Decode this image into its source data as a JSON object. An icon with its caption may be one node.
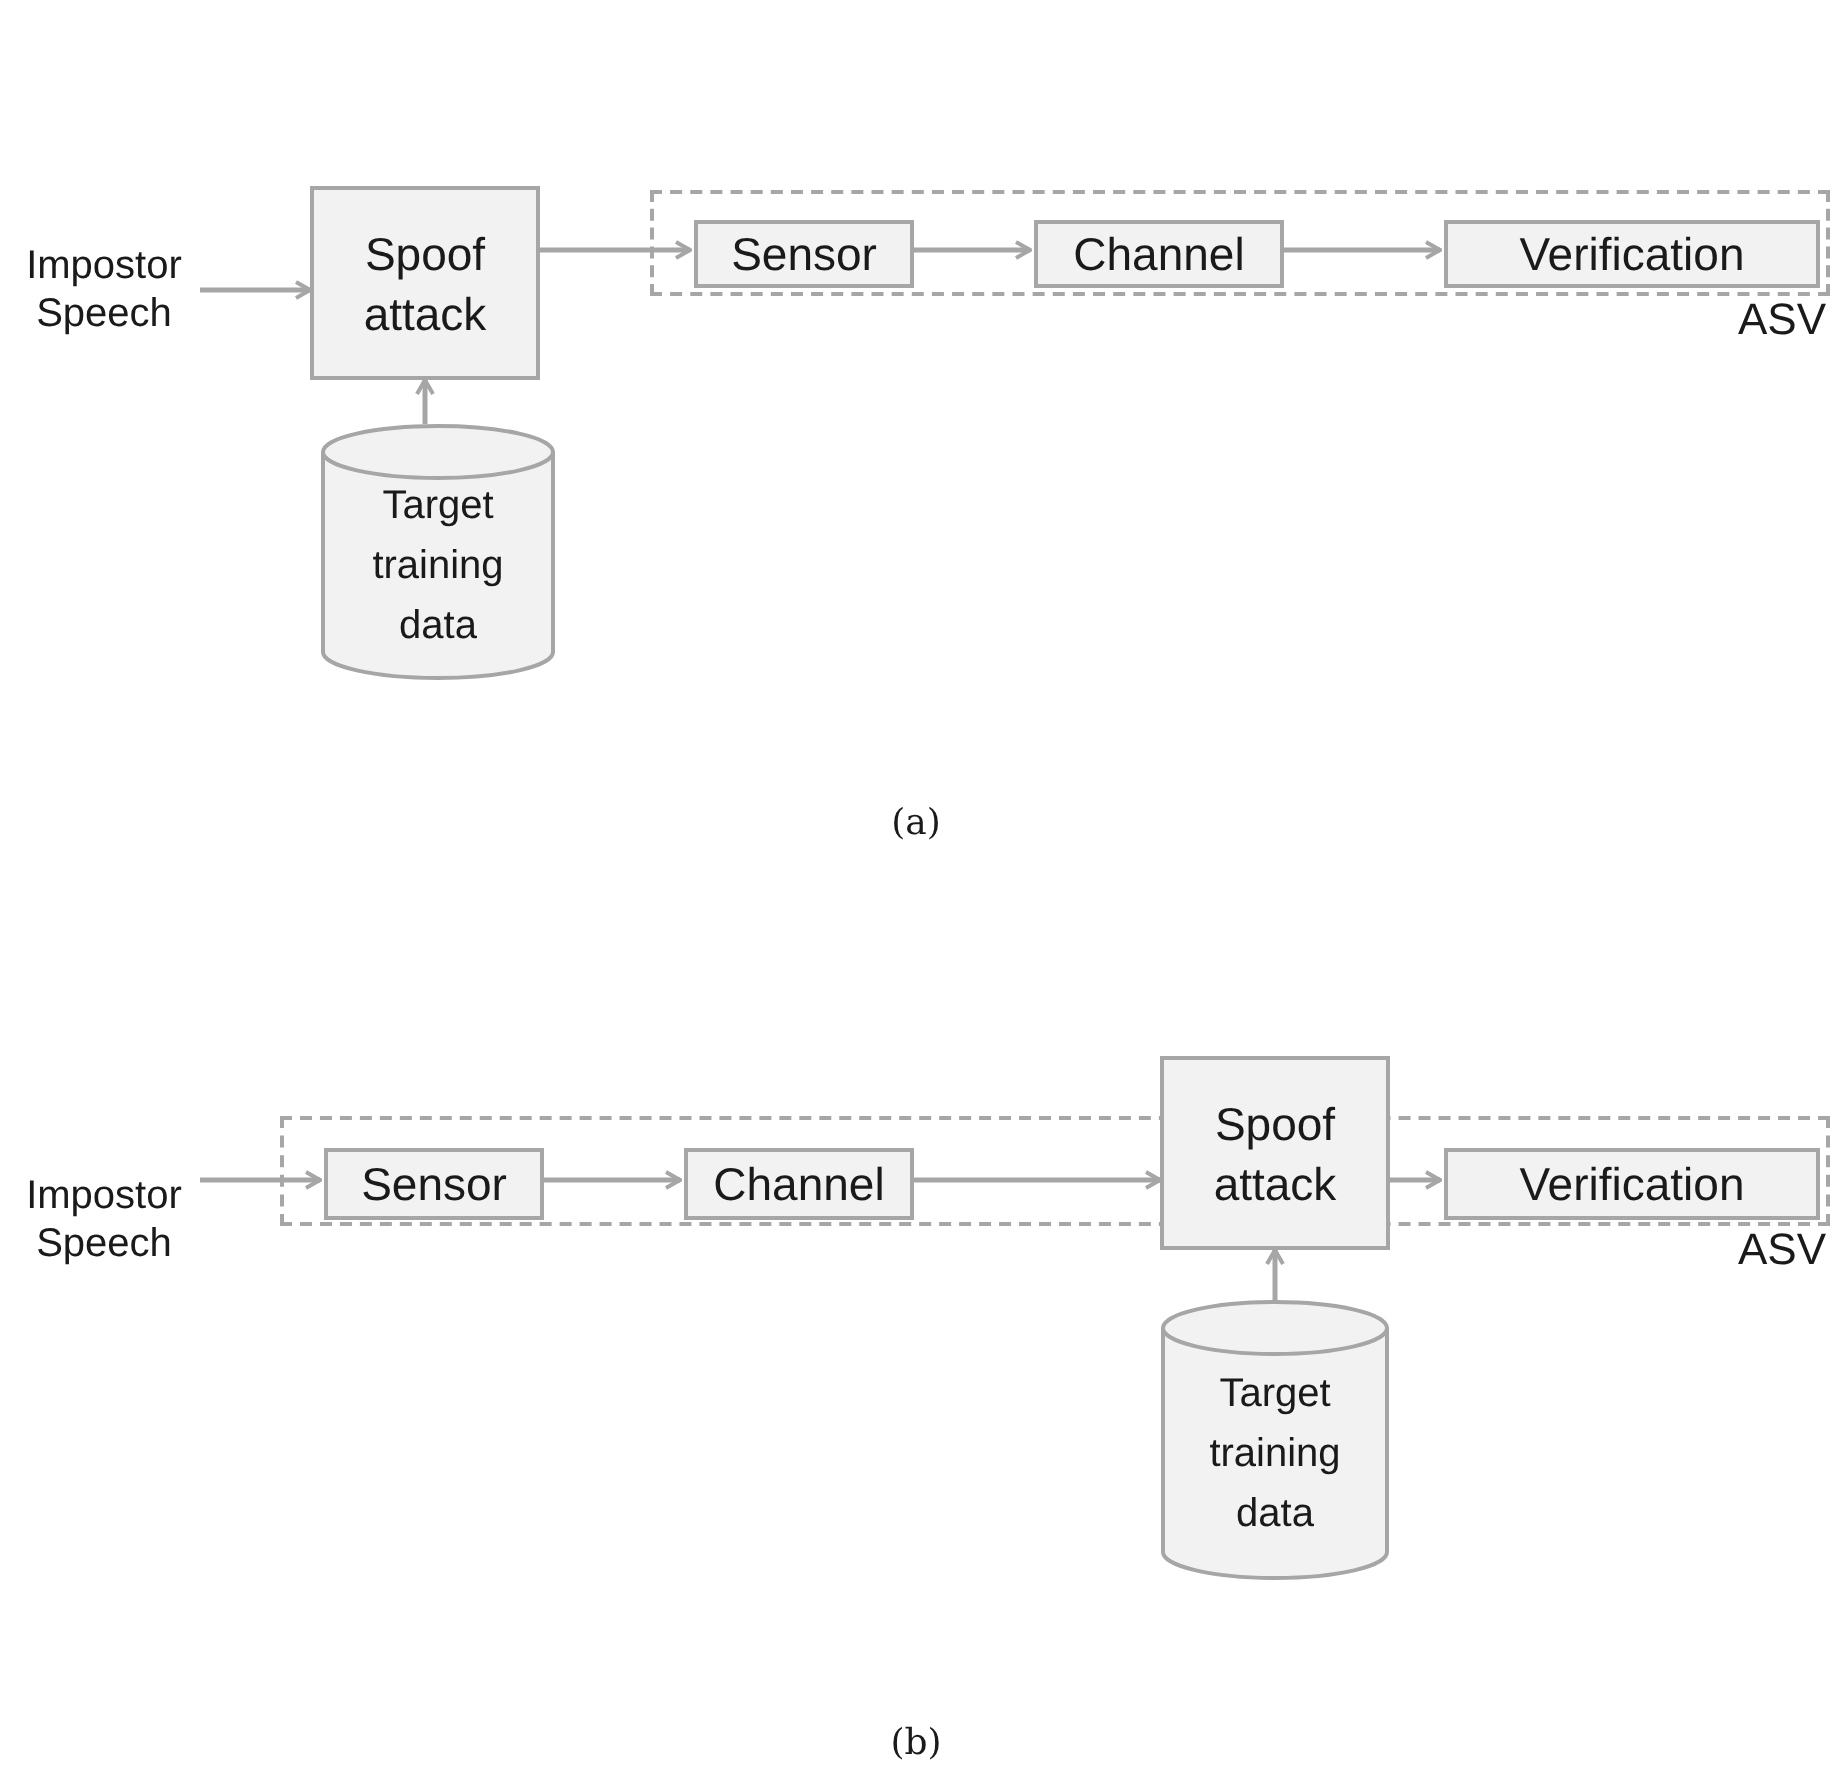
{
  "diagram": {
    "nodes": [
      {
        "text": [
          "Impostor Speech"
        ]
      },
      {
        "text": [
          "Spoof attack"
        ]
      },
      {
        "text": [
          "ASV"
        ]
      },
      {
        "text": [
          "Sensor"
        ],
        "in": 2
      },
      {
        "text": [
          "Channel"
        ],
        "in": 2
      },
      {
        "text": [
          "Verification"
        ],
        "in": 2
      },
      {
        "text": [
          "Target training data"
        ]
      },
      {
        "text": [
          "Impostor Speech"
        ]
      },
      {
        "text": [
          "ASV"
        ]
      },
      {
        "text": [
          "Sensor"
        ],
        "in": 8
      },
      {
        "text": [
          "Channel"
        ],
        "in": 8
      },
      {
        "text": [
          "Spoof attack"
        ]
      },
      {
        "text": [
          "Verification"
        ],
        "in": 8
      },
      {
        "text": [
          "Target training data"
        ]
      }
    ],
    "edges": [
      {
        "from": 0,
        "to": 1,
        "arrow": "to"
      },
      {
        "from": 1,
        "to": 3,
        "arrow": "to"
      },
      {
        "from": 3,
        "to": 4,
        "arrow": "to"
      },
      {
        "from": 4,
        "to": 5,
        "arrow": "to"
      },
      {
        "from": 6,
        "to": 1,
        "arrow": "to"
      },
      {
        "from": 7,
        "to": 9,
        "arrow": "to"
      },
      {
        "from": 9,
        "to": 10,
        "arrow": "to"
      },
      {
        "from": 10,
        "to": 11,
        "arrow": "to"
      },
      {
        "from": 11,
        "to": 12,
        "arrow": "to"
      },
      {
        "from": 13,
        "to": 11,
        "arrow": "to"
      }
    ],
    "labels": [
      "(a)",
      "(b)"
    ]
  }
}
